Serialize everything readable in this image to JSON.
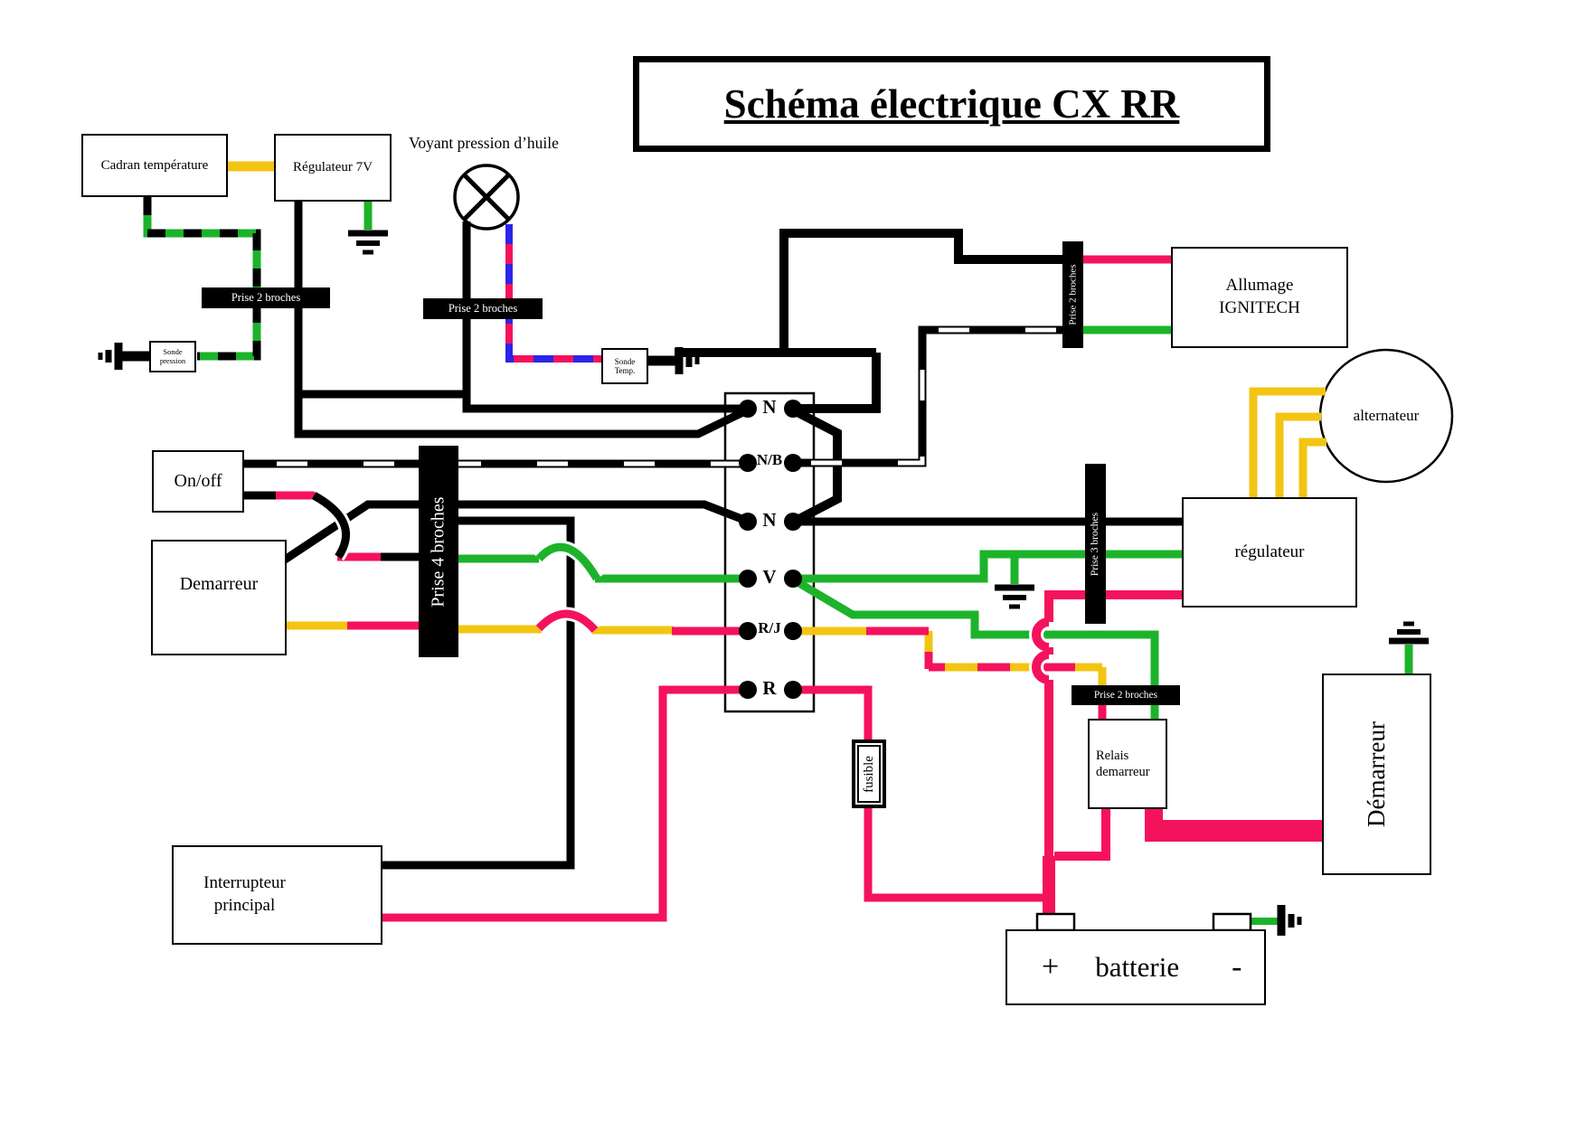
{
  "title": "Schéma électrique CX RR",
  "colors": {
    "wire_black": "#000000",
    "wire_green": "#1cb32b",
    "wire_yellow": "#f3c412",
    "wire_pink": "#f4125c",
    "wire_blue": "#2b25e8"
  },
  "boxes": {
    "cadran": "Cadran température",
    "regulateur7v": "Régulateur 7V",
    "voyant": "Voyant pression d’huile",
    "sonde_pression_l1": "Sonde",
    "sonde_pression_l2": "pression",
    "sonde_temp_l1": "Sonde",
    "sonde_temp_l2": "Temp.",
    "onoff": "On/off",
    "demarreur_bouton": "Demarreur",
    "interrupteur_l1": "Interrupteur",
    "interrupteur_l2": "principal",
    "allumage_l1": "Allumage",
    "allumage_l2": "IGNITECH",
    "alternateur": "alternateur",
    "regulateur": "régulateur",
    "relais_l1": "Relais",
    "relais_l2": "demarreur",
    "fusible": "fusible",
    "demarreur_moteur": "Démarreur",
    "batterie": "batterie",
    "batterie_plus": "+",
    "batterie_minus": "-"
  },
  "connectors": {
    "prise2_a": "Prise 2 broches",
    "prise2_b": "Prise 2 broches",
    "prise2_c": "Prise 2 broches",
    "prise3": "Prise 3 broches",
    "prise4": "Prise 4 broches"
  },
  "pins": [
    "N",
    "N/B",
    "N",
    "V",
    "R/J",
    "R"
  ]
}
